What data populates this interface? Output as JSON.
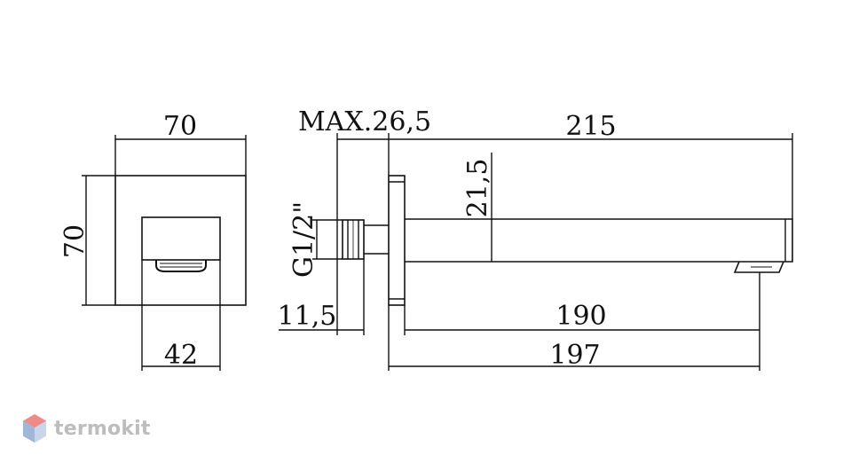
{
  "dimensions": {
    "front_width_top": "70",
    "front_height_left": "70",
    "outlet_width_bottom": "42",
    "max_wall": "MAX.26,5",
    "total_length": "215",
    "spout_height": "21,5",
    "thread": "G1/2\"",
    "thread_depth": "11,5",
    "length_190": "190",
    "length_197": "197"
  },
  "branding": {
    "logo_text": "termokit"
  },
  "colors": {
    "line": "#111111",
    "logo_gray": "#bdbdbd",
    "logo_red": "#f08a8a",
    "logo_blue": "#9fb8d8"
  }
}
